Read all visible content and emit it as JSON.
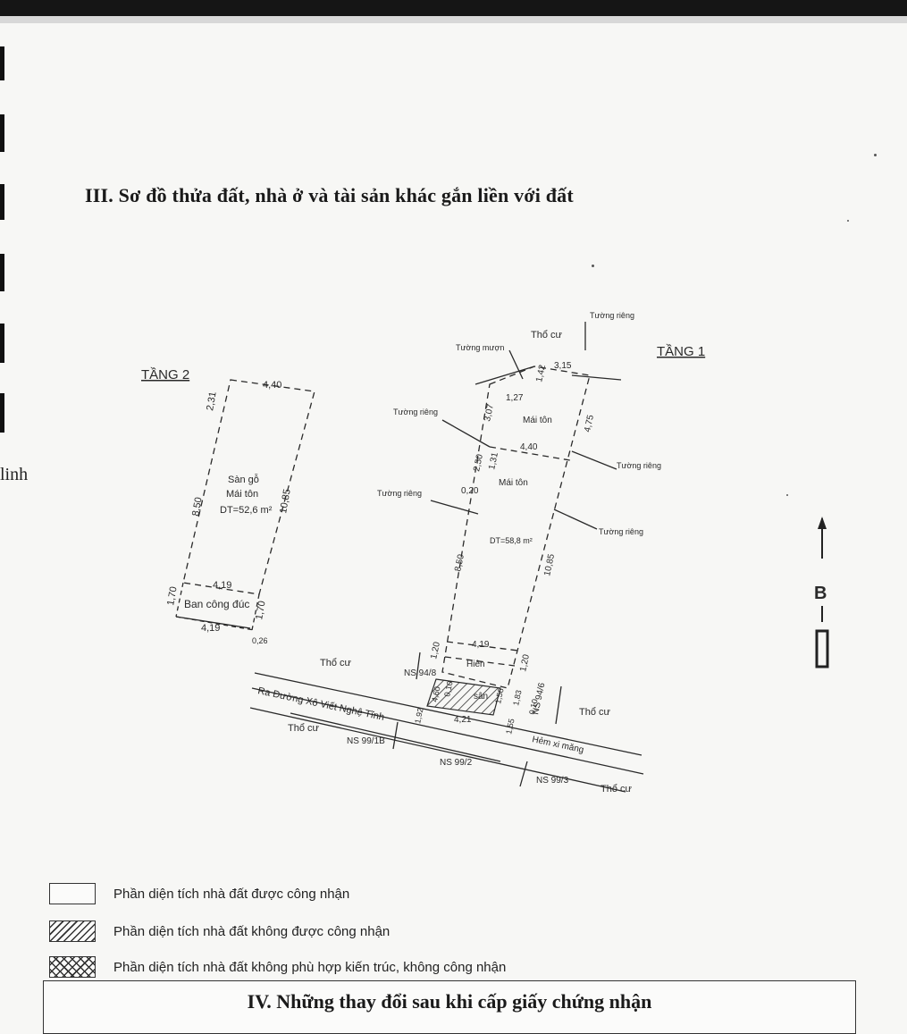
{
  "section_title": "III. Sơ đồ thửa đất, nhà ở và tài sản khác gắn liền với đất",
  "margin_text": "linh",
  "floor2": {
    "label": "TẦNG 2",
    "top_width": "4,40",
    "left_top_seg": "2,31",
    "left_seg": "8,50",
    "right_seg": "10,85",
    "floor_material": "Sàn gỗ",
    "roof": "Mái tôn",
    "area": "DT=52,6 m²",
    "bottom_width": "4,19",
    "balcony_left": "1,70",
    "balcony_right": "1,70",
    "balcony_label": "Ban công đúc",
    "balcony_width": "4,19",
    "corner_value": "0,26"
  },
  "floor1": {
    "label": "TẦNG 1",
    "tho_cu_top": "Thổ cư",
    "tuong_rieng_top": "Tường riêng",
    "tuong_muon": "Tường mượn",
    "top_width": "3,15",
    "top_left_seg": "1,27",
    "top_right_seg": "1,42",
    "left_seg_upper": "3,07",
    "right_seg_upper": "4,75",
    "roof_upper": "Mái tôn",
    "mid_width": "4,40",
    "left_seg_mid1": "2,50",
    "left_seg_mid2": "1,31",
    "offset": "0,20",
    "roof_mid": "Mái tôn",
    "tuong_rieng_left1": "Tường riêng",
    "tuong_rieng_right1": "Tường riêng",
    "tuong_rieng_left2": "Tường riêng",
    "tuong_rieng_right2": "Tường riêng",
    "area": "DT=58,8 m²",
    "left_seg_main": "8,50",
    "right_seg_main": "10,85",
    "porch_width": "4,19",
    "porch_left": "1,20",
    "porch_right": "1,20",
    "porch_label": "Hiên",
    "yard_label": "sân",
    "yard_left": "4,60",
    "yard_inner": "0,10",
    "yard_dim1": "1,56",
    "yard_dim2": "1,83",
    "yard_dim3": "0,10",
    "road_width": "4,21",
    "road_left": "1,92",
    "road_right": "1,55"
  },
  "surroundings": {
    "tho_cu_left": "Thổ cư",
    "ns_94_8": "NS 94/8",
    "ns_94_6": "NS 94/6",
    "road_line": "Ra Đường Xô Viết Nghệ Tĩnh",
    "tho_cu_right": "Thổ cư",
    "tho_cu_lower_left": "Thổ cư",
    "ns_99_1b": "NS 99/1B",
    "hem": "Hẻm xi măng",
    "ns_99_2": "NS 99/2",
    "ns_99_3": "NS 99/3",
    "tho_cu_lower_right": "Thổ cư"
  },
  "north_label": "B",
  "legend": [
    {
      "text": "Phần diện tích nhà đất được công nhận",
      "pattern": "plain"
    },
    {
      "text": "Phần diện tích nhà đất không được công nhận",
      "pattern": "hatch"
    },
    {
      "text": "Phần diện tích nhà đất không phù hợp kiến trúc, không công nhận",
      "pattern": "cross"
    }
  ],
  "footer_title": "IV. Những thay đổi sau khi cấp giấy chứng nhận",
  "colors": {
    "ink": "#2a2a2a",
    "paper": "#f7f7f5",
    "topbar": "#151515"
  }
}
